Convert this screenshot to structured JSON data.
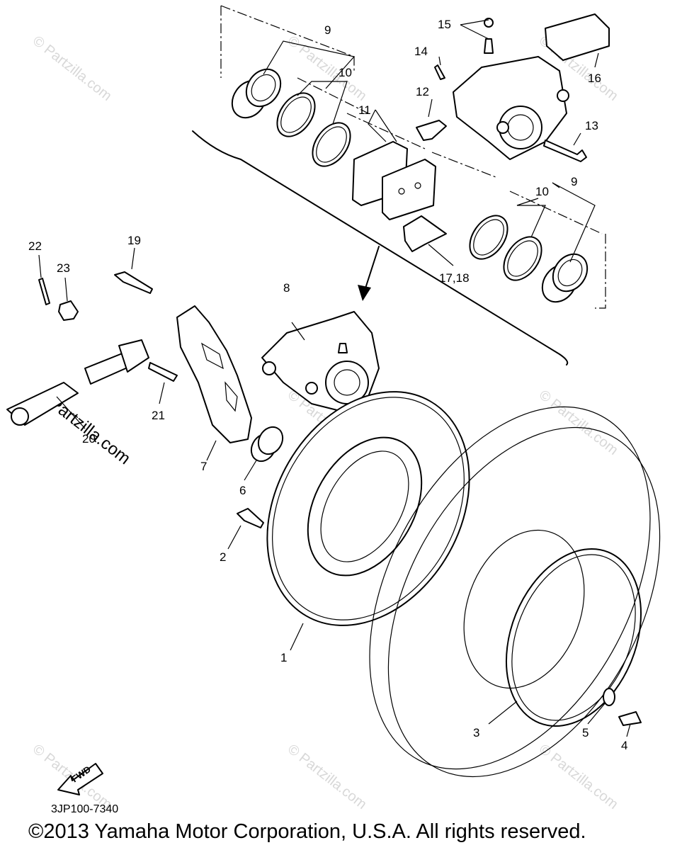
{
  "diagram": {
    "callouts": {
      "c1": "1",
      "c2": "2",
      "c3": "3",
      "c4": "4",
      "c5": "5",
      "c6": "6",
      "c7": "7",
      "c8": "8",
      "c9a": "9",
      "c9b": "9",
      "c10a": "10",
      "c10b": "10",
      "c11": "11",
      "c12": "12",
      "c13": "13",
      "c14": "14",
      "c15": "15",
      "c16": "16",
      "c1718": "17,18",
      "c19": "19",
      "c20": "20",
      "c21": "21",
      "c22": "22",
      "c23": "23"
    },
    "watermark": "© Partzilla.com",
    "watermark_strong": "Partzilla.com",
    "fwd_label": "FWD"
  },
  "footer": {
    "code": "3JP100-7340",
    "copyright": "©2013 Yamaha Motor Corporation, U.S.A. All rights reserved."
  }
}
